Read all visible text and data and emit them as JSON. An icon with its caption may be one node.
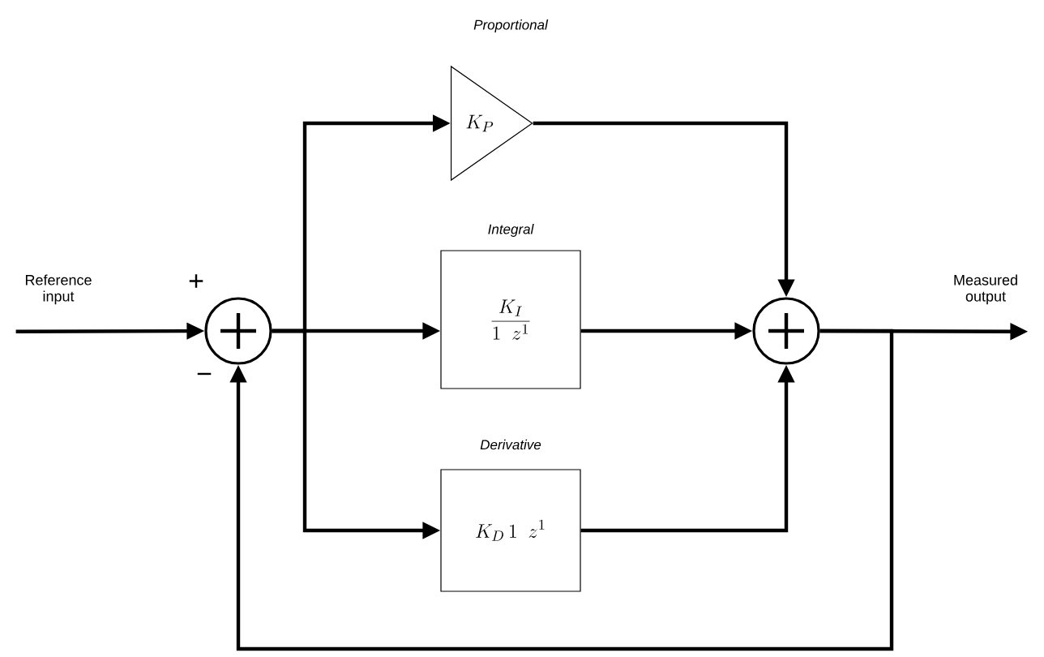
{
  "diagram": {
    "nodes": [
      {
        "text": [
          "Reference input"
        ]
      },
      {
        "text": [],
        "shape": "circle"
      },
      {
        "text": [
          "K_{P}"
        ],
        "beside": [
          "Proportional"
        ]
      },
      {
        "text": [
          "\\frac{K_{I}}{1\\ \\ z^{1}}"
        ],
        "beside": [
          "Integral"
        ]
      },
      {
        "text": [
          "K_{D}\\,1\\ \\ z^{1}"
        ],
        "beside": [
          "Derivative"
        ]
      },
      {
        "text": [],
        "shape": "circle"
      },
      {
        "text": [
          "Measured output"
        ]
      }
    ],
    "edges": [
      {
        "from": 0,
        "to": 1,
        "arrow": "to"
      },
      {
        "from": 1,
        "to": 2,
        "arrow": "to"
      },
      {
        "from": 1,
        "to": 3,
        "arrow": "to"
      },
      {
        "from": 1,
        "to": 4,
        "arrow": "to"
      },
      {
        "from": 2,
        "to": 5,
        "arrow": "to"
      },
      {
        "from": 3,
        "to": 5,
        "arrow": "to"
      },
      {
        "from": 4,
        "to": 5,
        "arrow": "to"
      },
      {
        "from": 5,
        "to": 6,
        "arrow": "to"
      },
      {
        "from": 5,
        "to": 1,
        "arrow": "to"
      }
    ],
    "labels": [
      "+",
      "−"
    ]
  }
}
